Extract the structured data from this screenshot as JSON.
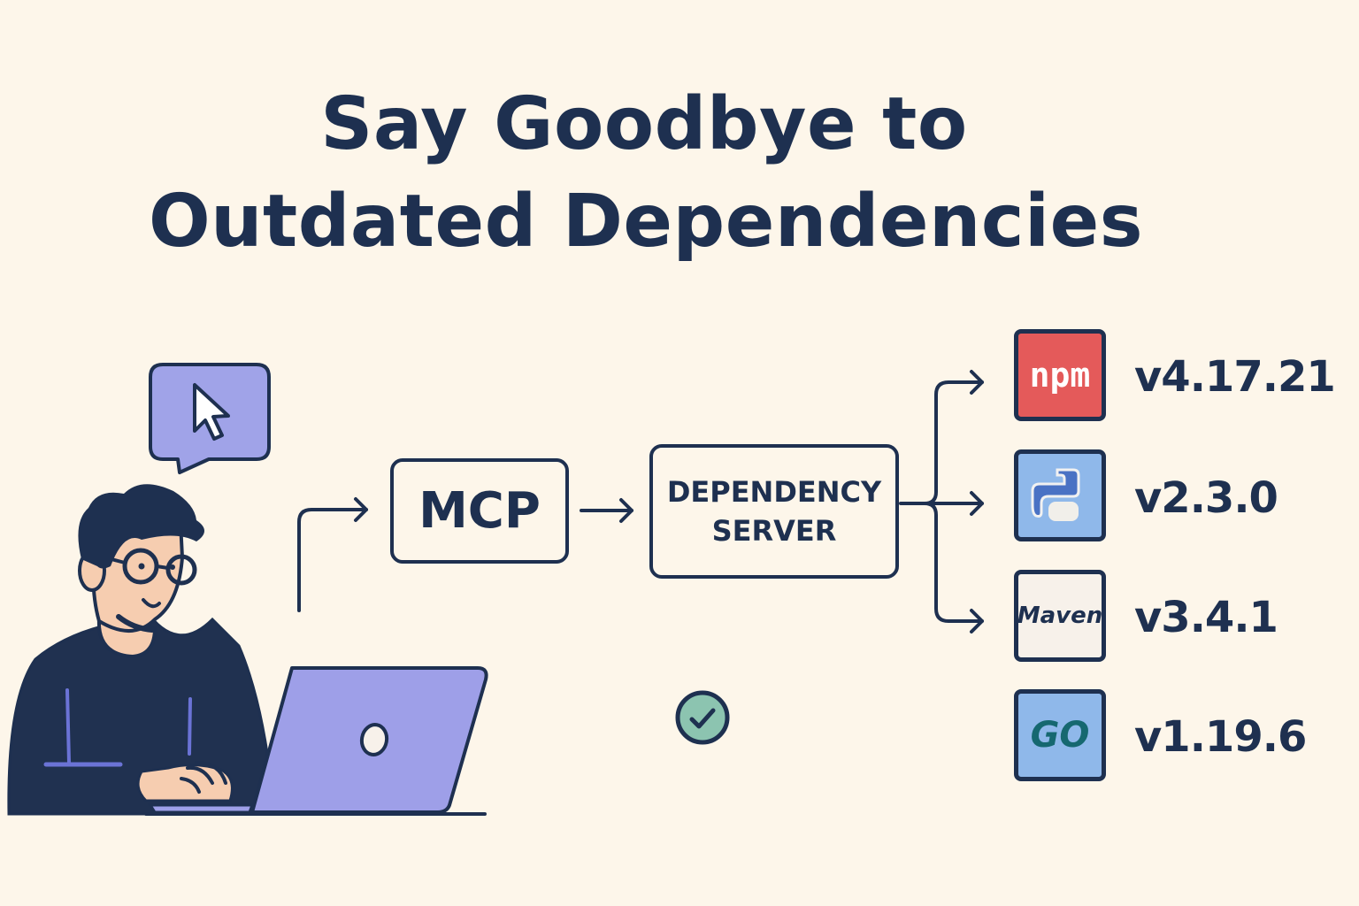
{
  "title": {
    "line1": "Say Goodbye to",
    "line2": "Outdated Dependencies"
  },
  "diagram": {
    "nodes": {
      "mcp": {
        "label": "MCP"
      },
      "dependency_server": {
        "line1": "DEPENDENCY",
        "line2": "SERVER"
      }
    },
    "packages": [
      {
        "name": "npm",
        "logo_text": "npm",
        "version": "v4.17.21",
        "color": "#e45a5a"
      },
      {
        "name": "python",
        "logo_text": "",
        "version": "v2.3.0",
        "color": "#8fb8ea"
      },
      {
        "name": "maven",
        "logo_text": "Maven",
        "version": "v3.4.1",
        "color": "#f7f1ea"
      },
      {
        "name": "go",
        "logo_text": "GO",
        "version": "v1.19.6",
        "color": "#8fb8ea"
      }
    ],
    "status_icon": "check-circle-icon"
  },
  "colors": {
    "background": "#fdf6ea",
    "ink": "#1e3050",
    "accent_purple": "#9e9fe8",
    "skin": "#f6cdb0",
    "check_green": "#8cc4b0"
  }
}
